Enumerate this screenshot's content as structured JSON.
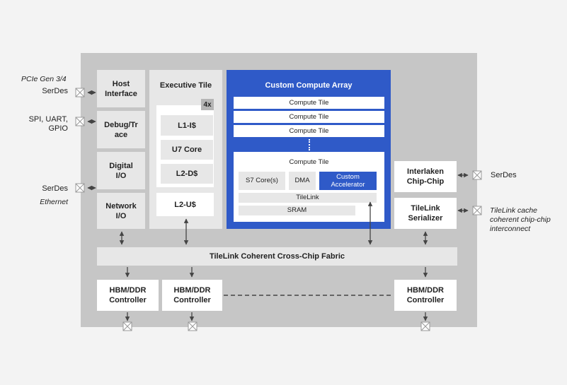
{
  "left_io": {
    "pcie_label": "PCIe Gen 3/4",
    "serdes_top": "SerDes",
    "spi_label": "SPI, UART,\nGPIO",
    "serdes_bottom": "SerDes",
    "ethernet_label": "Ethernet"
  },
  "left_column": {
    "host_interface": "Host Interface",
    "debug_trace": "Debug/Tr ace",
    "digital_io": "Digital I/O",
    "network_io": "Network I/O"
  },
  "executive_tile": {
    "title": "Executive Tile",
    "multiplier": "4x",
    "l1_icache": "L1-I$",
    "u7_core": "U7 Core",
    "l2_dcache": "L2-D$",
    "l2_ucache": "L2-U$"
  },
  "custom_compute_array": {
    "title": "Custom Compute Array",
    "tiles": [
      "Compute Tile",
      "Compute Tile",
      "Compute Tile"
    ],
    "expanded_tile": {
      "title": "Compute Tile",
      "s7_core": "S7 Core(s)",
      "dma": "DMA",
      "accelerator": "Custom Accelerator",
      "tilelink": "TileLink",
      "sram": "SRAM"
    }
  },
  "right_column": {
    "interlaken": "Interlaken Chip-Chip",
    "tilelink_serializer": "TileLink Serializer"
  },
  "right_io": {
    "serdes": "SerDes",
    "tilelink_cache": "TileLink cache coherent chip-chip interconnect"
  },
  "fabric": {
    "label": "TileLink Coherent Cross-Chip Fabric"
  },
  "memory_controllers": [
    "HBM/DDR Controller",
    "HBM/DDR Controller",
    "HBM/DDR Controller"
  ],
  "colors": {
    "accent": "#2f5ac8",
    "chip_bg": "#c6c6c6",
    "block_bg": "#e7e7e7",
    "page_bg": "#f3f3f3"
  }
}
